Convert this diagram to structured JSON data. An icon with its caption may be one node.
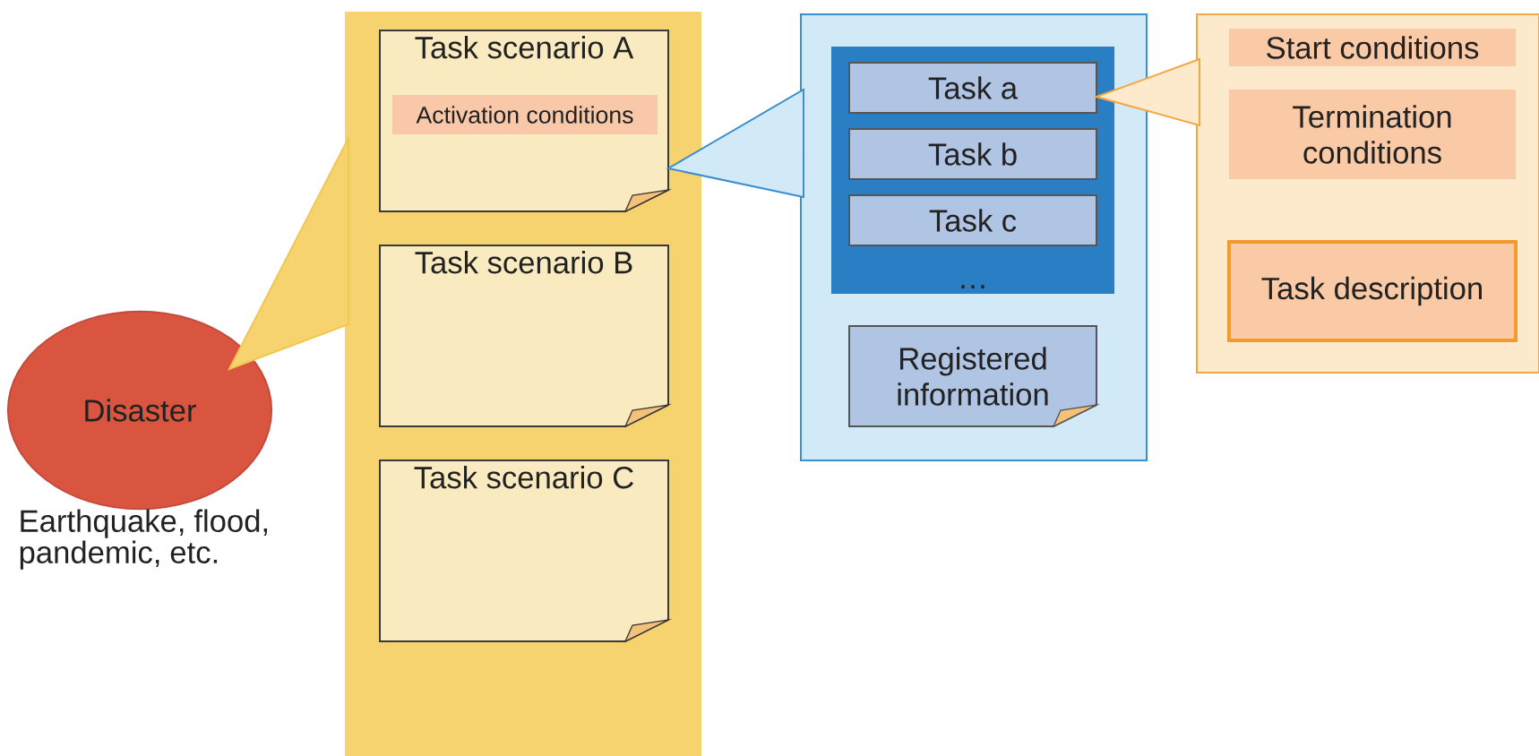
{
  "diagram": {
    "nodes": [
      {
        "text": [
          "Disaster"
        ],
        "beside": [
          "Earthquake, flood, pandemic, etc."
        ]
      },
      {
        "text": [],
        "shape": "box"
      },
      {
        "text": [
          "Task scenario A"
        ],
        "in": 1
      },
      {
        "text": [
          "Activation conditions"
        ],
        "in": 2
      },
      {
        "text": [
          "Task scenario B"
        ],
        "in": 1
      },
      {
        "text": [
          "Task scenario C"
        ],
        "in": 1
      },
      {
        "text": [],
        "shape": "box"
      },
      {
        "text": [
          "…"
        ],
        "in": 6
      },
      {
        "text": [
          "Task a"
        ],
        "in": 7
      },
      {
        "text": [
          "Task b"
        ],
        "in": 7
      },
      {
        "text": [
          "Task c"
        ],
        "in": 7
      },
      {
        "text": [
          "Registered information"
        ],
        "in": 6
      },
      {
        "text": [],
        "shape": "box"
      },
      {
        "text": [
          "Start conditions"
        ],
        "in": 12
      },
      {
        "text": [
          "Termination conditions"
        ],
        "in": 12
      },
      {
        "text": [
          "Task description"
        ],
        "in": 12
      }
    ],
    "edges": [
      {
        "from": 1,
        "to": 0,
        "arrow": "to",
        "color": "#f0c850"
      },
      {
        "from": 6,
        "to": 2,
        "arrow": "to",
        "color": "#3a8fd0"
      },
      {
        "from": 12,
        "to": 8,
        "arrow": "to",
        "color": "#f5a742"
      }
    ]
  }
}
